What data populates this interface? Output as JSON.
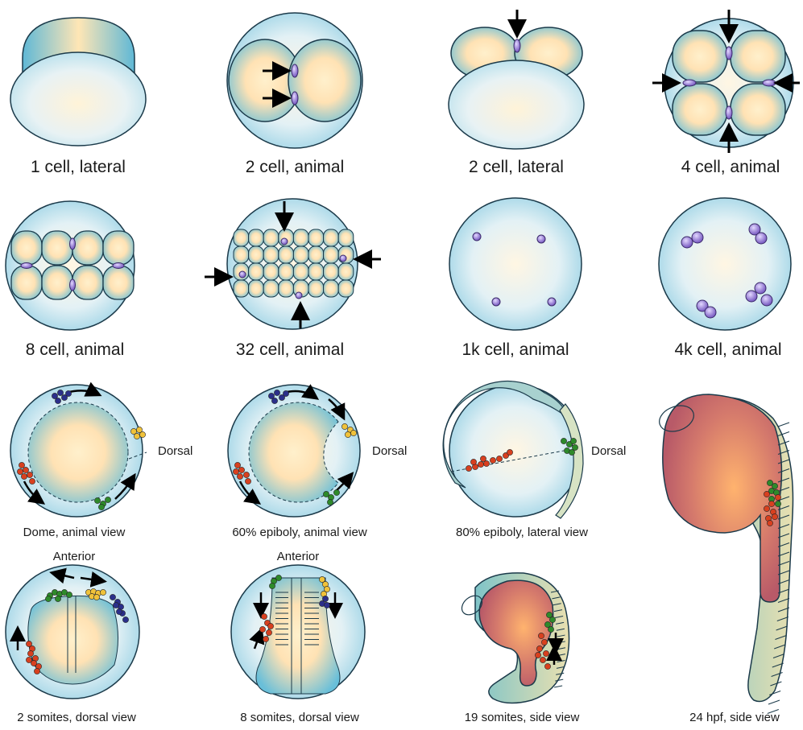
{
  "panels": [
    {
      "id": "p1",
      "label": "1 cell, lateral"
    },
    {
      "id": "p2",
      "label": "2 cell, animal"
    },
    {
      "id": "p3",
      "label": "2 cell, lateral"
    },
    {
      "id": "p4",
      "label": "4 cell, animal"
    },
    {
      "id": "p5",
      "label": "8 cell, animal"
    },
    {
      "id": "p6",
      "label": "32 cell, animal"
    },
    {
      "id": "p7",
      "label": "1k cell, animal"
    },
    {
      "id": "p8",
      "label": "4k cell, animal"
    },
    {
      "id": "p9",
      "label": "Dome, animal view"
    },
    {
      "id": "p10",
      "label": "60% epiboly, animal view"
    },
    {
      "id": "p11",
      "label": "80% epiboly, lateral view"
    },
    {
      "id": "p12",
      "label": "24 hpf, side view"
    },
    {
      "id": "p13",
      "label": "2 somites, dorsal view"
    },
    {
      "id": "p14",
      "label": "8 somites, dorsal view"
    },
    {
      "id": "p15",
      "label": "19 somites, side view"
    }
  ],
  "annotations": {
    "dorsal": "Dorsal",
    "anterior": "Anterior"
  },
  "colors": {
    "cell_center": "#ffe6b8",
    "cell_edge": "#7cc6dc",
    "outline": "#1b3a4a",
    "nucleus": "#a98fd6",
    "red_cells": "#d8401f",
    "green_cells": "#2e8a2a",
    "yellow_cells": "#f0c23a",
    "blue_cells": "#2b2f8a",
    "embryo_body": "#c86a6a",
    "tail_tissue": "#8fc8c4"
  }
}
